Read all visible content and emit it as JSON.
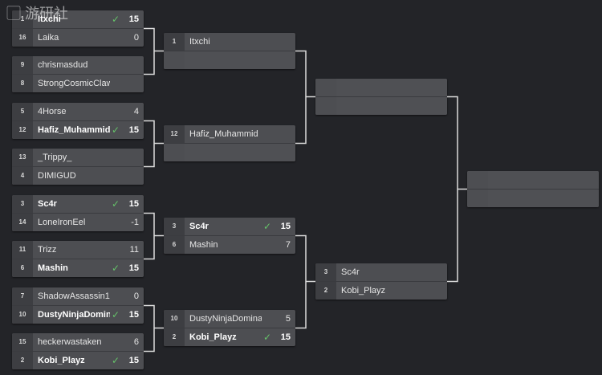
{
  "brand": {
    "watermark": "游研社"
  },
  "colors": {
    "background": "#232428",
    "card": "#4d4e52",
    "check": "#66c36a",
    "line": "#dcdcdc"
  },
  "rounds": [
    {
      "matches": [
        {
          "slots": [
            {
              "seed": "1",
              "name": "Itxchi",
              "score": "15",
              "winner": true
            },
            {
              "seed": "16",
              "name": "Laika",
              "score": "0",
              "winner": false
            }
          ]
        },
        {
          "slots": [
            {
              "seed": "9",
              "name": "chrismasdud",
              "score": "",
              "winner": false
            },
            {
              "seed": "8",
              "name": "StrongCosmicClaw",
              "score": "",
              "winner": false
            }
          ]
        },
        {
          "slots": [
            {
              "seed": "5",
              "name": "4Horse",
              "score": "4",
              "winner": false
            },
            {
              "seed": "12",
              "name": "Hafiz_Muhammid",
              "score": "15",
              "winner": true
            }
          ]
        },
        {
          "slots": [
            {
              "seed": "13",
              "name": "_Trippy_",
              "score": "",
              "winner": false
            },
            {
              "seed": "4",
              "name": "DIMIGUD",
              "score": "",
              "winner": false
            }
          ]
        },
        {
          "slots": [
            {
              "seed": "3",
              "name": "Sc4r",
              "score": "15",
              "winner": true
            },
            {
              "seed": "14",
              "name": "LoneIronEel",
              "score": "-1",
              "winner": false
            }
          ]
        },
        {
          "slots": [
            {
              "seed": "11",
              "name": "Trizz",
              "score": "11",
              "winner": false
            },
            {
              "seed": "6",
              "name": "Mashin",
              "score": "15",
              "winner": true
            }
          ]
        },
        {
          "slots": [
            {
              "seed": "7",
              "name": "ShadowAssassin1",
              "score": "0",
              "winner": false
            },
            {
              "seed": "10",
              "name": "DustyNinjaDominator",
              "score": "15",
              "winner": true
            }
          ]
        },
        {
          "slots": [
            {
              "seed": "15",
              "name": "heckerwastaken",
              "score": "6",
              "winner": false
            },
            {
              "seed": "2",
              "name": "Kobi_Playz",
              "score": "15",
              "winner": true
            }
          ]
        }
      ]
    },
    {
      "matches": [
        {
          "slots": [
            {
              "seed": "1",
              "name": "Itxchi",
              "score": "",
              "winner": false
            },
            {
              "seed": "",
              "name": "",
              "score": "",
              "winner": false
            }
          ]
        },
        {
          "slots": [
            {
              "seed": "12",
              "name": "Hafiz_Muhammid",
              "score": "",
              "winner": false
            },
            {
              "seed": "",
              "name": "",
              "score": "",
              "winner": false
            }
          ]
        },
        {
          "slots": [
            {
              "seed": "3",
              "name": "Sc4r",
              "score": "15",
              "winner": true
            },
            {
              "seed": "6",
              "name": "Mashin",
              "score": "7",
              "winner": false
            }
          ]
        },
        {
          "slots": [
            {
              "seed": "10",
              "name": "DustyNinjaDominator",
              "score": "5",
              "winner": false
            },
            {
              "seed": "2",
              "name": "Kobi_Playz",
              "score": "15",
              "winner": true
            }
          ]
        }
      ]
    },
    {
      "matches": [
        {
          "slots": [
            {
              "seed": "",
              "name": "",
              "score": "",
              "winner": false
            },
            {
              "seed": "",
              "name": "",
              "score": "",
              "winner": false
            }
          ]
        },
        {
          "slots": [
            {
              "seed": "3",
              "name": "Sc4r",
              "score": "",
              "winner": false
            },
            {
              "seed": "2",
              "name": "Kobi_Playz",
              "score": "",
              "winner": false
            }
          ]
        }
      ]
    },
    {
      "matches": [
        {
          "slots": [
            {
              "seed": "",
              "name": "",
              "score": "",
              "winner": false
            },
            {
              "seed": "",
              "name": "",
              "score": "",
              "winner": false
            }
          ]
        }
      ]
    }
  ]
}
